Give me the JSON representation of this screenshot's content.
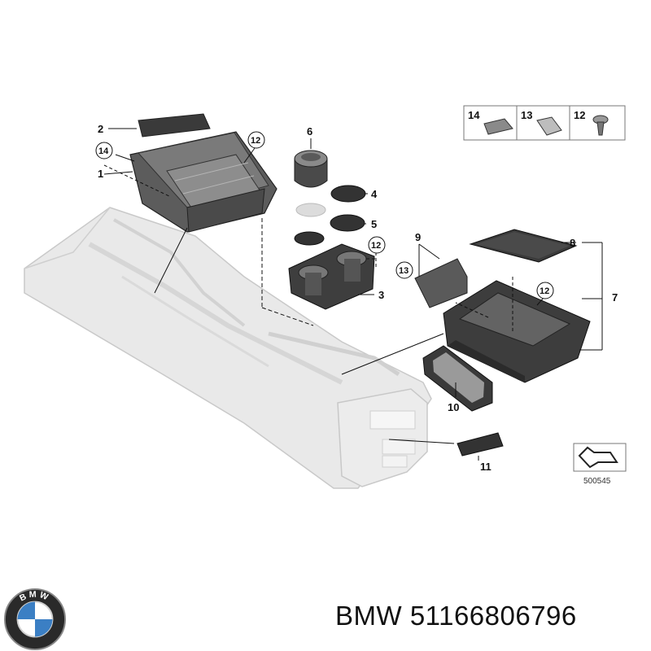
{
  "diagram": {
    "callouts": [
      "1",
      "2",
      "3",
      "4",
      "5",
      "6",
      "7",
      "8",
      "9",
      "10",
      "11"
    ],
    "circled": {
      "c14": "14",
      "c12_top": "12",
      "c12_cup": "12",
      "c13": "13",
      "c12_box": "12"
    },
    "legend": [
      {
        "num": "14"
      },
      {
        "num": "13"
      },
      {
        "num": "12"
      }
    ],
    "ref_code": "500545"
  },
  "footer": {
    "brand": "BMW",
    "part_number": "51166806796",
    "logo_letters": "BMW"
  },
  "colors": {
    "part_fill": "#3a3a3a",
    "console_fill": "#e6e6e6",
    "line": "#111111"
  }
}
